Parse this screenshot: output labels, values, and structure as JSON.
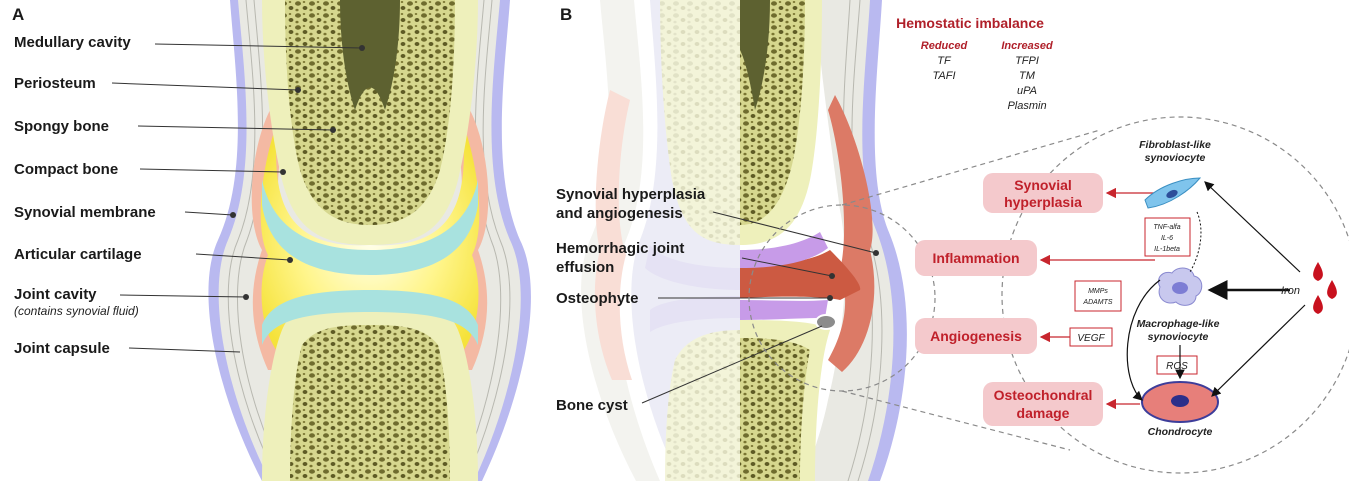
{
  "panel_a": {
    "letter": "A",
    "labels": {
      "medullary": "Medullary cavity",
      "periosteum": "Periosteum",
      "spongy": "Spongy bone",
      "compact": "Compact bone",
      "synovial_membrane": "Synovial membrane",
      "cartilage": "Articular cartilage",
      "joint_cavity": "Joint cavity",
      "joint_cavity_note": "(contains synovial fluid)",
      "capsule": "Joint capsule"
    }
  },
  "panel_b": {
    "letter": "B",
    "labels": {
      "hyperplasia_1": "Synovial hyperplasia",
      "hyperplasia_2": "and angiogenesis",
      "effusion_1": "Hemorrhagic joint",
      "effusion_2": "effusion",
      "osteophyte": "Osteophyte",
      "cyst": "Bone cyst"
    }
  },
  "hemostatic": {
    "title": "Hemostatic imbalance",
    "reduced_header": "Reduced",
    "reduced": [
      "TF",
      "TAFI"
    ],
    "increased_header": "Increased",
    "increased": [
      "TFPI",
      "TM",
      "uPA",
      "Plasmin"
    ]
  },
  "mechanism": {
    "outcomes": {
      "hyperplasia_1": "Synovial",
      "hyperplasia_2": "hyperplasia",
      "inflammation": "Inflammation",
      "angiogenesis": "Angiogenesis",
      "damage_1": "Osteochondral",
      "damage_2": "damage"
    },
    "cells": {
      "fibro_1": "Fibroblast-like",
      "fibro_2": "synoviocyte",
      "macro_1": "Macrophage-like",
      "macro_2": "synoviocyte",
      "chondro": "Chondrocyte"
    },
    "mediators": {
      "cyt_1": "TNF-alfa",
      "cyt_2": "IL-6",
      "cyt_3": "IL-1beta",
      "mmp_1": "MMPs",
      "mmp_2": "ADAMTS",
      "vegf": "VEGF",
      "ros": "ROS"
    },
    "iron": "Iron"
  },
  "colors": {
    "outcome_box": "#f4c9cc",
    "outcome_text": "#c0202a",
    "arrow_red": "#c8262e",
    "cartilage": "#a8e2df",
    "fluid": "#fff176",
    "bone": "#eef0bb",
    "capsule": "#b9b9f0",
    "inflamed": "#dc7a66"
  },
  "icons": [
    "fibroblast-cell-icon",
    "macrophage-cell-icon",
    "chondrocyte-cell-icon",
    "blood-drop-icon"
  ]
}
